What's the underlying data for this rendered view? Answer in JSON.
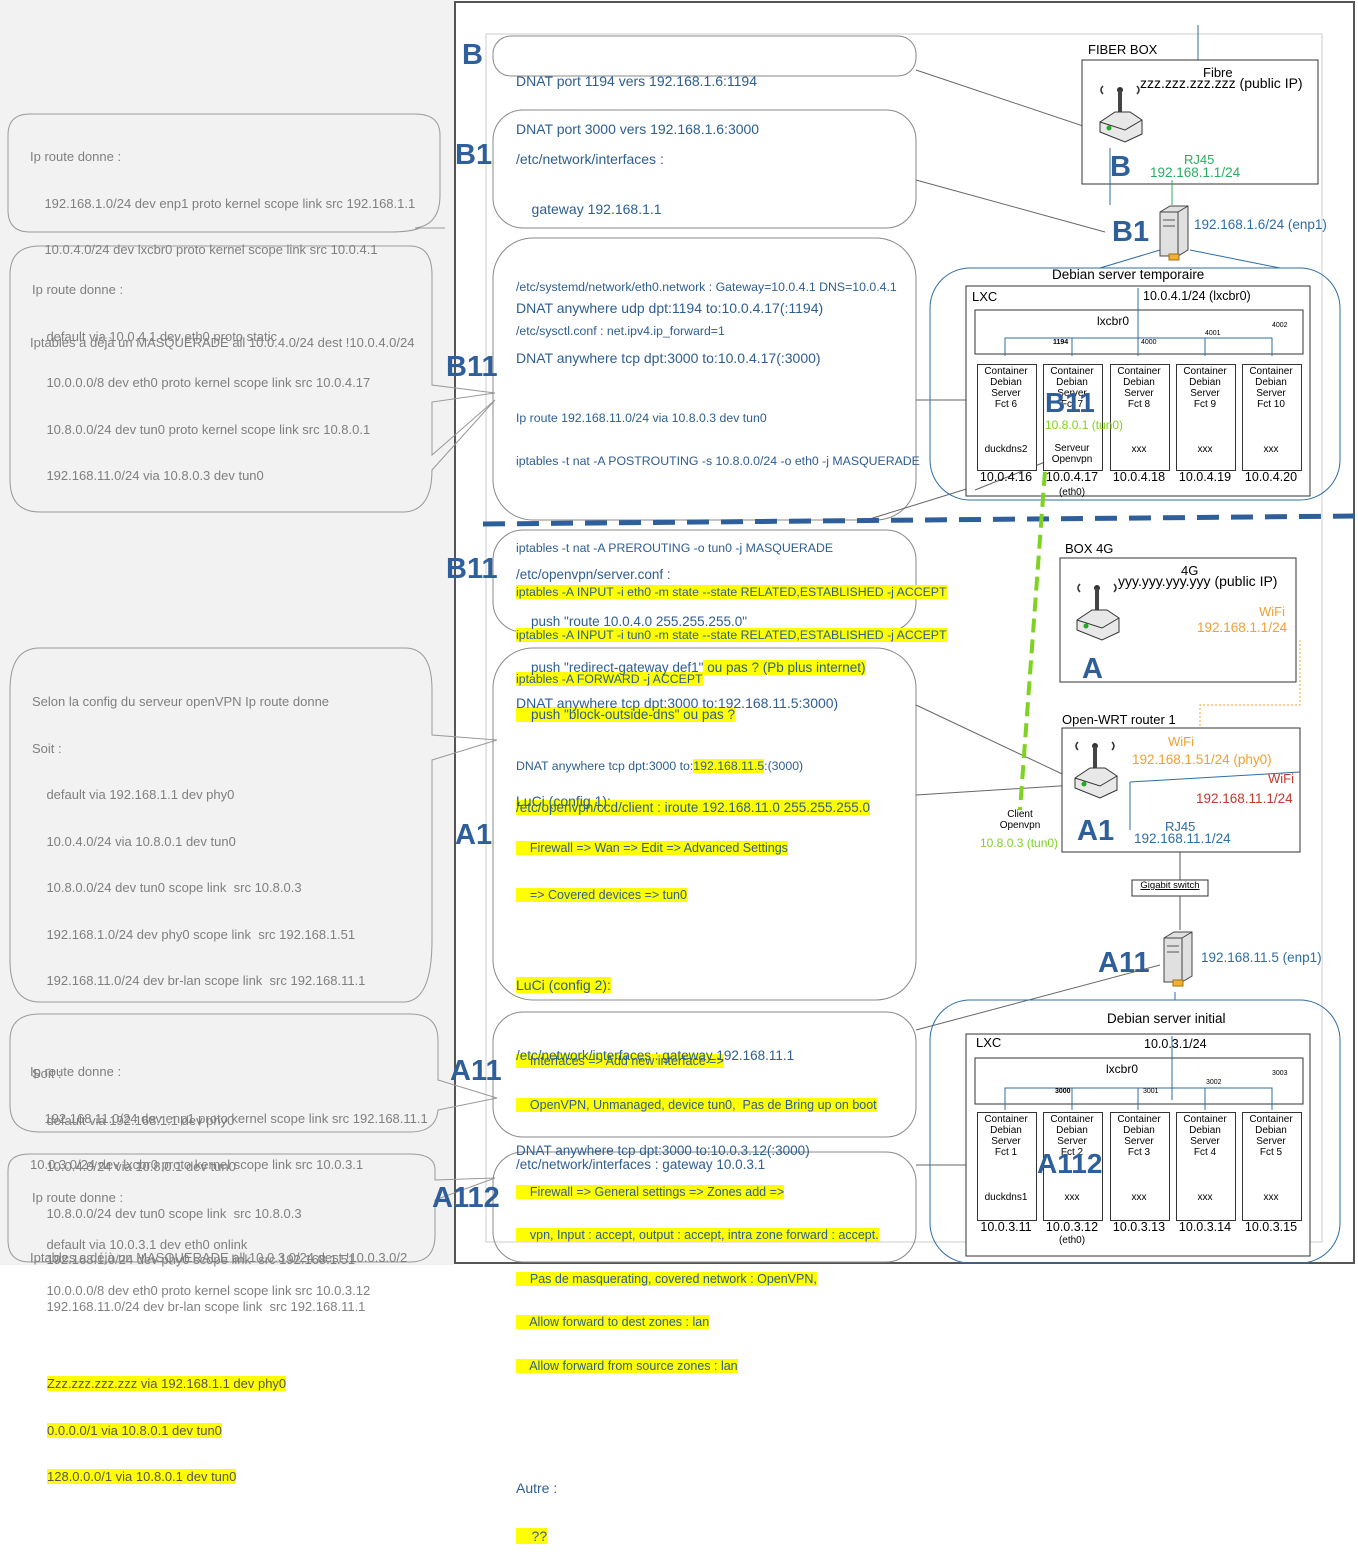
{
  "left_notes": {
    "n1": [
      "Ip route donne :",
      "    192.168.1.0/24 dev enp1 proto kernel scope link src 192.168.1.1",
      "    10.0.4.0/24 dev lxcbr0 proto kernel scope link src 10.0.4.1",
      "",
      "Iptables a déjà un MASQUERADE all 10.0.4.0/24 dest !10.0.4.0/24"
    ],
    "n2": [
      "Ip route donne :",
      "    default via 10.0.4.1 dev eth0 proto static",
      "    10.0.0.0/8 dev eth0 proto kernel scope link src 10.0.4.17",
      "    10.8.0.0/24 dev tun0 proto kernel scope link src 10.8.0.1",
      "    192.168.11.0/24 via 10.8.0.3 dev tun0"
    ],
    "n3": [
      "Selon la config du serveur openVPN Ip route donne",
      "Soit :",
      "    default via 192.168.1.1 dev phy0",
      "    10.0.4.0/24 via 10.8.0.1 dev tun0",
      "    10.8.0.0/24 dev tun0 scope link  src 10.8.0.3",
      "    192.168.1.0/24 dev phy0 scope link  src 192.168.1.51",
      "    192.168.11.0/24 dev br-lan scope link  src 192.168.11.1",
      "",
      "Soit :",
      "    default via 192.168.1.1 dev phy0",
      "    10.0.4.0/24 via 10.8.0.1 dev tun0",
      "    10.8.0.0/24 dev tun0 scope link  src 10.8.0.3",
      "    192.168.1.0/24 dev phy0 scope link  src 192.168.1.51",
      "    192.168.11.0/24 dev br-lan scope link  src 192.168.11.1"
    ],
    "n3_hl": [
      "Zzz.zzz.zzz.zzz via 192.168.1.1 dev phy0",
      "0.0.0.0/1 via 10.8.0.1 dev tun0",
      "128.0.0.0/1 via 10.8.0.1 dev tun0"
    ],
    "n4": [
      "Ip route donne :",
      "    192.168.11.0/24 dev enp1 proto kernel scope link src 192.168.11.1",
      "10.0.3.0/24 dev lxcbr0 proto kernel scope link src 10.0.3.1",
      "",
      "Iptables a déjà un MASQUERADE all 10.0.3.0/24 dest !10.0.3.0/2"
    ],
    "n5": [
      "Ip route donne :",
      "    default via 10.0.3.1 dev eth0 onlink",
      "    10.0.0.0/8 dev eth0 proto kernel scope link src 10.0.3.12"
    ]
  },
  "configs": {
    "b": [
      "DNAT port 1194 vers 192.168.1.6:1194",
      "DNAT port 3000 vers 192.168.1.6:3000"
    ],
    "b1": [
      "/etc/network/interfaces :",
      "    gateway 192.168.1.1",
      "",
      "DNAT anywhere udp dpt:1194 to:10.0.4.17(:1194)",
      "DNAT anywhere tcp dpt:3000 to:10.0.4.17(:3000)"
    ],
    "b11a": [
      "/etc/systemd/network/eth0.network : Gateway=10.0.4.1 DNS=10.0.4.1",
      "/etc/sysctl.conf : net.ipv4.ip_forward=1",
      "",
      "Ip route 192.168.11.0/24 via 10.8.0.3 dev tun0",
      "iptables -t nat -A POSTROUTING -s 10.8.0.0/24 -o eth0 -j MASQUERADE",
      "",
      "iptables -t nat -A PREROUTING -o tun0 -j MASQUERADE"
    ],
    "b11a_hl": [
      "iptables -A INPUT -i eth0 -m state --state RELATED,ESTABLISHED -j ACCEPT",
      "iptables -A INPUT -i tun0 -m state --state RELATED,ESTABLISHED -j ACCEPT",
      "iptables -A FORWARD -j ACCEPT"
    ],
    "b11a_dnat": "DNAT anywhere tcp dpt:3000 to:",
    "b11a_dnat_hl": "192.168.11.5",
    "b11a_dnat_end": ":(3000)",
    "b11b": [
      "/etc/openvpn/server.conf :",
      "    push \"route 10.0.4.0 255.255.255.0\""
    ],
    "b11b_push1": "    push \"redirect-gateway def1\"",
    "b11b_push1_hl": " ou pas ? (Pb plus internet)",
    "b11b_push2_hl": "    push \"block-outside-dns\" ou pas ?",
    "b11b_ccd_hl": "/etc/openvpn/ccd/client : iroute 192.168.11.0 255.255.255.0",
    "a1_head": "DNAT anywhere tcp dpt:3000 to:192.168.11.5:3000)",
    "a1_luci1": "LuCi (config 1):",
    "a1_luci1_hl": [
      "    Firewall => Wan => Edit => Advanced Settings",
      "    => Covered devices => tun0"
    ],
    "a1_luci2": "LuCi (config 2):",
    "a1_luci2_hl": [
      "    Interfaces => Add new interface =>",
      "    OpenVPN, Unmanaged, device tun0,  Pas de Bring up on boot",
      "",
      "    Firewall => General settings => Zones add =>",
      "    vpn, Input : accept, output : accept, intra zone forward : accept.",
      "    Pas de masquerating, covered network : OpenVPN,",
      "    Allow forward to dest zones : lan",
      "    Allow forward from source zones : lan"
    ],
    "a1_autre": "Autre :",
    "a1_autre_hl": "    ??",
    "a11": [
      "/etc/network/interfaces : gateway 192.168.11.1",
      "",
      "DNAT anywhere tcp dpt:3000 to:10.0.3.12(:3000)"
    ],
    "a112": "/etc/network/interfaces : gateway 10.0.3.1"
  },
  "labels": {
    "B": "B",
    "B1": "B1",
    "B11": "B11",
    "B11b": "B11",
    "A1": "A1",
    "A11": "A11",
    "A112": "A112",
    "fiber_box": "FIBER BOX",
    "fibre": "Fibre",
    "fibre_ip": "zzz.zzz.zzz.zzz (public IP)",
    "rj45": "RJ45",
    "rj45_ip": "192.168.1.1/24",
    "b1_ip": "192.168.1.6/24 (enp1)",
    "debian_temp": "Debian server temporaire",
    "lxc": "LXC",
    "lxcbr_ip_top": "10.0.4.1/24 (lxcbr0)",
    "lxcbr0": "lxcbr0",
    "ports_top": [
      "1194",
      "4000",
      "4001",
      "4002"
    ],
    "box4g": "BOX 4G",
    "g4": "4G",
    "g4_ip": "yyy.yyy.yyy.yyy (public IP)",
    "wifi_a": "WiFi",
    "wifi_a_ip": "192.168.1.1/24",
    "openwrt": "Open-WRT router 1",
    "wifi1": "WiFi",
    "wifi1_ip": "192.168.1.51/24 (phy0)",
    "wifi2": "WiFi",
    "wifi2_ip": "192.168.11.1/24",
    "a1_rj45": "RJ45",
    "a1_rj45_ip": "192.168.11.1/24",
    "client": "Client",
    "openvpn": "Openvpn",
    "client_ip": "10.8.0.3 (tun0)",
    "gigabit": "Gigabit switch",
    "a11_ip": "192.168.11.5 (enp1)",
    "debian_init": "Debian server initial",
    "lxc2": "LXC",
    "lxcbr_ip_bot": "10.0.3.1/24",
    "lxcbr0b": "lxcbr0",
    "ports_bot": [
      "3000",
      "3001",
      "3002",
      "3003"
    ],
    "tun_ip": "10.8.0.1 (tun0)",
    "serveur_openvpn": "Serveur\nOpenvpn",
    "eth0": "(eth0)",
    "eth0b": "(eth0)",
    "top_containers": [
      {
        "label": "Container\nDebian\nServer\nFct 6",
        "svc": "duckdns2",
        "ip": "10.0.4.16"
      },
      {
        "label": "Container\nDebian\nServer\nFct 7",
        "svc": "",
        "ip": "10.0.4.17"
      },
      {
        "label": "Container\nDebian\nServer\nFct 8",
        "svc": "xxx",
        "ip": "10.0.4.18"
      },
      {
        "label": "Container\nDebian\nServer\nFct 9",
        "svc": "xxx",
        "ip": "10.0.4.19"
      },
      {
        "label": "Container\nDebian\nServer\nFct 10",
        "svc": "xxx",
        "ip": "10.0.4.20"
      }
    ],
    "bot_containers": [
      {
        "label": "Container\nDebian\nServer\nFct 1",
        "svc": "duckdns1",
        "ip": "10.0.3.11"
      },
      {
        "label": "Container\nDebian\nServer\nFct 2",
        "svc": "xxx",
        "ip": "10.0.3.12"
      },
      {
        "label": "Container\nDebian\nServer\nFct 3",
        "svc": "xxx",
        "ip": "10.0.3.13"
      },
      {
        "label": "Container\nDebian\nServer\nFct 4",
        "svc": "xxx",
        "ip": "10.0.3.14"
      },
      {
        "label": "Container\nDebian\nServer\nFct 5",
        "svc": "xxx",
        "ip": "10.0.3.15"
      }
    ]
  },
  "colors": {
    "accent": "#2f5f9a",
    "note": "#7f7f7f",
    "highlight": "#ffff00",
    "vpn_link": "#7ed321",
    "wifi": "#f0a030",
    "wifi_red": "#c0392b",
    "rj45": "#27ae60"
  }
}
